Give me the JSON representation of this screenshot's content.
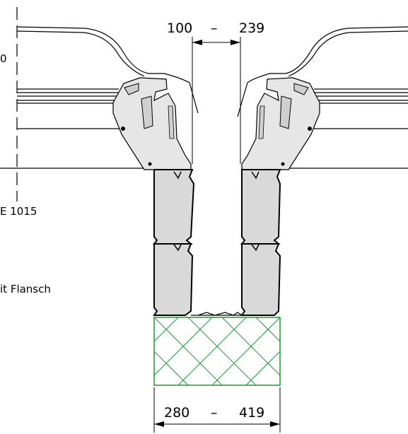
{
  "dimensions": {
    "top_range": {
      "min": "100",
      "separator": "–",
      "max": "239"
    },
    "bottom_range": {
      "min": "280",
      "separator": "–",
      "max": "419"
    }
  },
  "notes": {
    "cut_zero": "0",
    "standard": "E 1015",
    "flange": "it Flansch"
  },
  "colors": {
    "line": "#000000",
    "profile_fill": "#d9d9d9",
    "profile_fill_light": "#ececec",
    "timber_hatch": "#1a9a3a"
  }
}
